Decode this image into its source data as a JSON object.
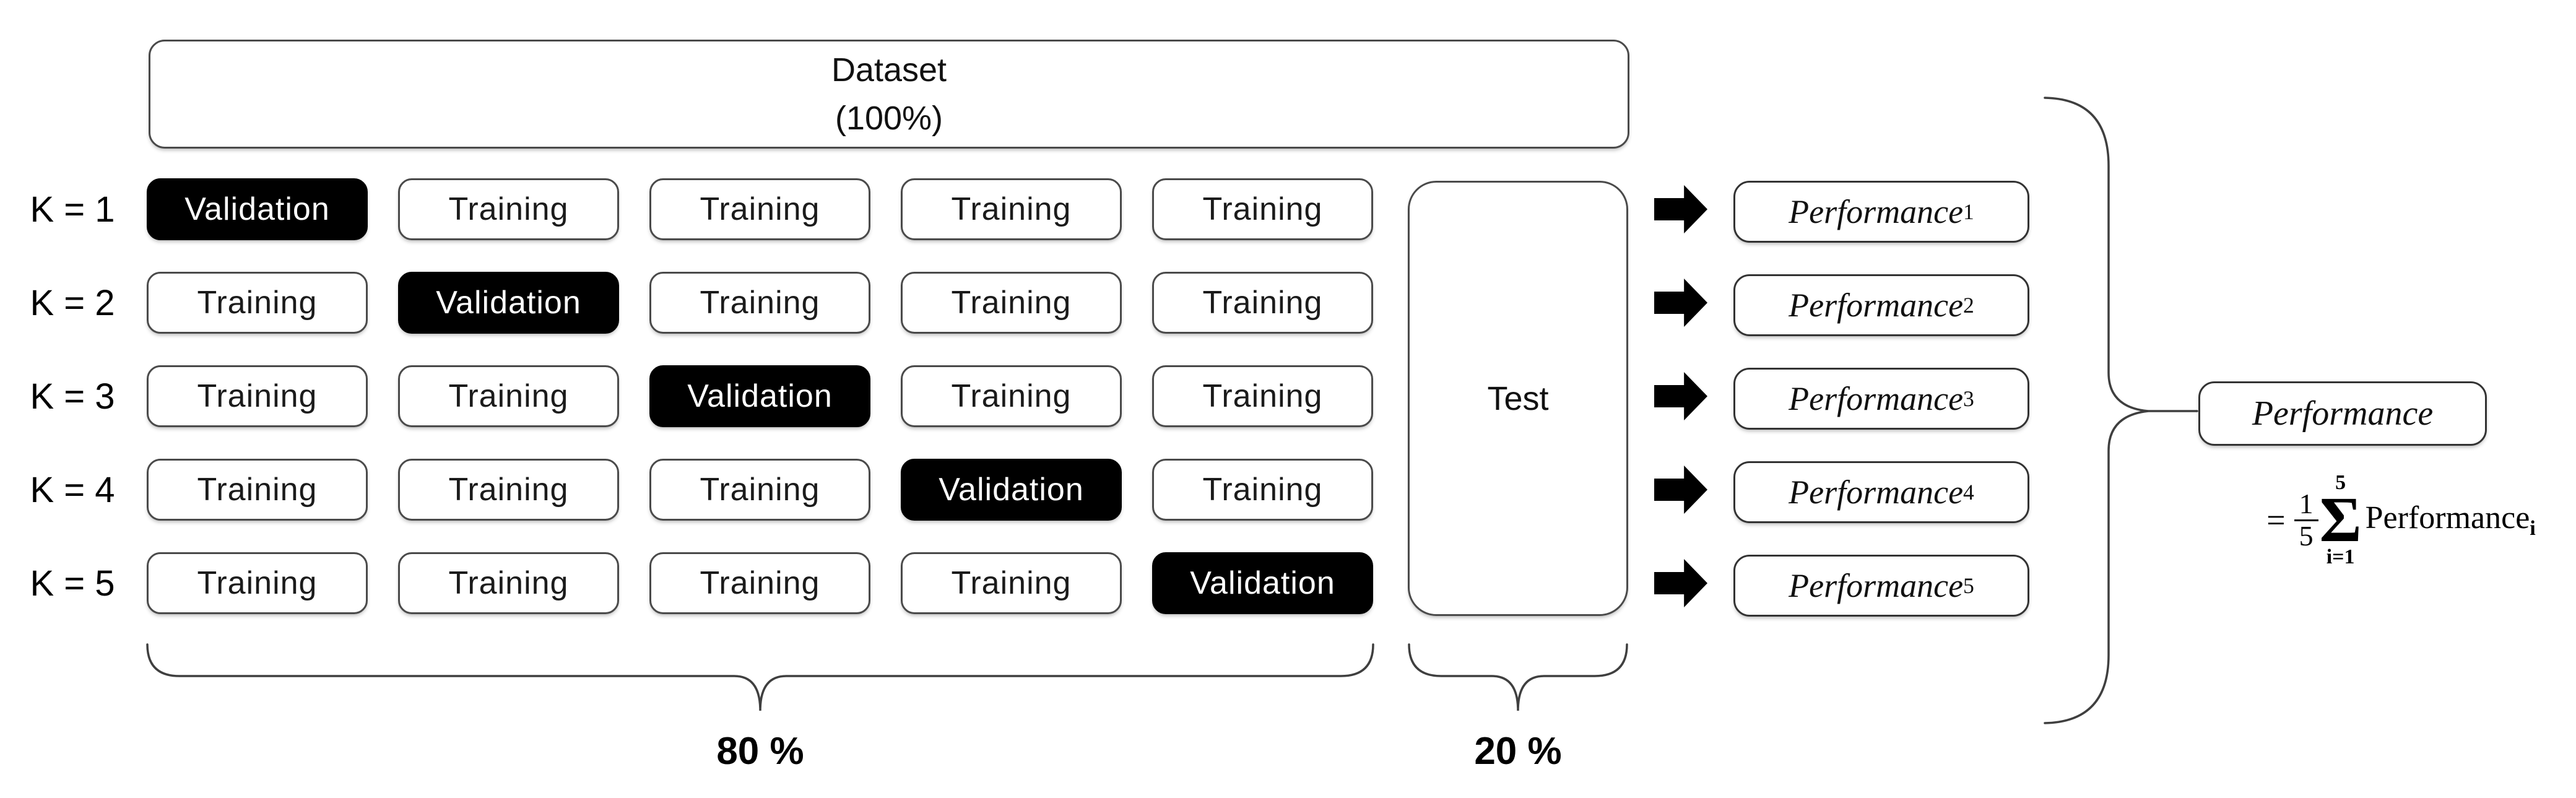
{
  "figure": {
    "dataset": {
      "line1": "Dataset",
      "line2": "(100%)"
    },
    "rows": [
      {
        "k_label": "K = 1",
        "cells": [
          "Validation",
          "Training",
          "Training",
          "Training",
          "Training"
        ],
        "performance": {
          "base": "Performance",
          "sub": "1"
        }
      },
      {
        "k_label": "K = 2",
        "cells": [
          "Training",
          "Validation",
          "Training",
          "Training",
          "Training"
        ],
        "performance": {
          "base": "Performance",
          "sub": "2"
        }
      },
      {
        "k_label": "K = 3",
        "cells": [
          "Training",
          "Training",
          "Validation",
          "Training",
          "Training"
        ],
        "performance": {
          "base": "Performance",
          "sub": "3"
        }
      },
      {
        "k_label": "K = 4",
        "cells": [
          "Training",
          "Training",
          "Training",
          "Validation",
          "Training"
        ],
        "performance": {
          "base": "Performance",
          "sub": "4"
        }
      },
      {
        "k_label": "K = 5",
        "cells": [
          "Training",
          "Training",
          "Training",
          "Training",
          "Validation"
        ],
        "performance": {
          "base": "Performance",
          "sub": "5"
        }
      }
    ],
    "test_label": "Test",
    "train_percent": "80 %",
    "test_percent": "20 %",
    "aggregate": {
      "base": "Performance"
    },
    "formula": {
      "equals": "=",
      "numerator": "1",
      "denominator": "5",
      "upper_limit": "5",
      "sigma": "Σ",
      "lower_limit": "i=1",
      "term_base": "Performance",
      "term_sub": "i"
    },
    "icons": {
      "row_arrow": "block-right-arrow",
      "brace_train": "underbrace-80-percent",
      "brace_test": "underbrace-20-percent",
      "brace_right": "right-curly-brace"
    },
    "colors": {
      "validation_fill": "#000000",
      "validation_text": "#ffffff",
      "box_border": "#4a4a4a",
      "line": "#3f3f3f",
      "background": "#ffffff",
      "text": "#111111"
    }
  }
}
